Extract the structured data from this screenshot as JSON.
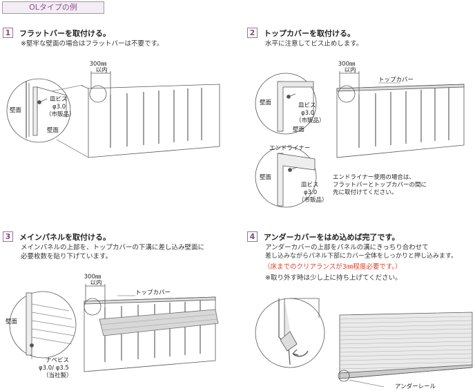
{
  "header": {
    "tab_label": "OLタイプの例"
  },
  "steps": [
    {
      "number": "1",
      "title": "フラットバーを取付ける。",
      "desc": [
        "※堅牢な壁面の場合はフラットバーは不要です。"
      ],
      "labels": {
        "dim_top": "300㎜",
        "dim_bottom": "以内",
        "wall_left": "壁面",
        "wall_bottom": "壁面",
        "screw_1": "皿ビス",
        "screw_2": "φ3.0",
        "screw_3": "（市販品）"
      }
    },
    {
      "number": "2",
      "title": "トップカバーを取付ける。",
      "desc": [
        "水平に注意してビス止めします。"
      ],
      "labels": {
        "dim_top": "300㎜",
        "dim_bottom": "以内",
        "top_cover": "トップカバー",
        "wall_left": "壁面",
        "wall_bottom": "壁面",
        "screw_1": "皿ビス",
        "screw_2": "φ3.0",
        "screw_3": "（市販品）",
        "end_liner": "エンドライナー",
        "wall_left_2": "壁面",
        "screw2_1": "皿ビス",
        "screw2_2": "φ3.0",
        "screw2_3": "（市販品）",
        "note_1": "エンドライナー使用の場合は、",
        "note_2": "フラットバーとトップカバーの間に",
        "note_3": "先に取付けてください。"
      }
    },
    {
      "number": "3",
      "title": "メインパネルを取付ける。",
      "desc": [
        "メインパネルの上部を、トップカバーの下溝に差し込み壁面に",
        "必要枚数を貼り下げています。"
      ],
      "labels": {
        "dim_top": "300㎜",
        "dim_bottom": "以内",
        "top_cover": "トップカバー",
        "wall_left": "壁面",
        "screw_1": "ナベビス",
        "screw_2": "φ3.0/ φ3.5",
        "screw_3": "（当社製）"
      }
    },
    {
      "number": "4",
      "title": "アンダーカバーをはめ込めば完了です。",
      "desc": [
        "アンダーカバーの上部をパネルの溝にきっちり合わせて",
        "差し込みながらパネル下部にカバー全体をしっかりと押し込みます。"
      ],
      "red_note": "（床までのクリアランスが3㎜程度必要です。）",
      "desc2": "※取り外す時は少し上に持ち上げてください。",
      "labels": {
        "under_rail": "アンダーレール"
      }
    }
  ],
  "colors": {
    "accent": "#9b6f98",
    "red": "#e0402a",
    "line": "#555555"
  }
}
